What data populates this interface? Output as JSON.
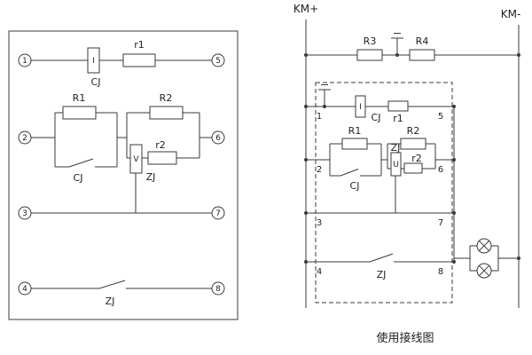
{
  "colors": {
    "ink": "#3a3a3a",
    "background": "#ffffff"
  },
  "left_panel": {
    "terminals": {
      "t1": "1",
      "t2": "2",
      "t3": "3",
      "t4": "4",
      "t5": "5",
      "t6": "6",
      "t7": "7",
      "t8": "8"
    },
    "labels": {
      "coil_symbol": "I",
      "coil_name": "CJ",
      "r1": "r1",
      "R1": "R1",
      "R2": "R2",
      "r2": "r2",
      "zj_symbol": "V",
      "zj_name": "ZJ",
      "cj_contact": "CJ",
      "zj_contact": "ZJ"
    }
  },
  "right_panel": {
    "bus_positive": "KM+",
    "bus_negative": "KM-",
    "labels": {
      "R3": "R3",
      "R4": "R4",
      "coil_symbol": "I",
      "coil_name": "CJ",
      "r1": "r1",
      "R1": "R1",
      "R2": "R2",
      "r2": "r2",
      "zj_symbol": "U",
      "zj_name": "ZJ",
      "cj_contact": "CJ",
      "zj_contact": "ZJ"
    },
    "terminals": {
      "t1": "1",
      "t2": "2",
      "t3": "3",
      "t4": "4",
      "t5": "5",
      "t6": "6",
      "t7": "7",
      "t8": "8"
    },
    "caption": "使用接线图"
  }
}
